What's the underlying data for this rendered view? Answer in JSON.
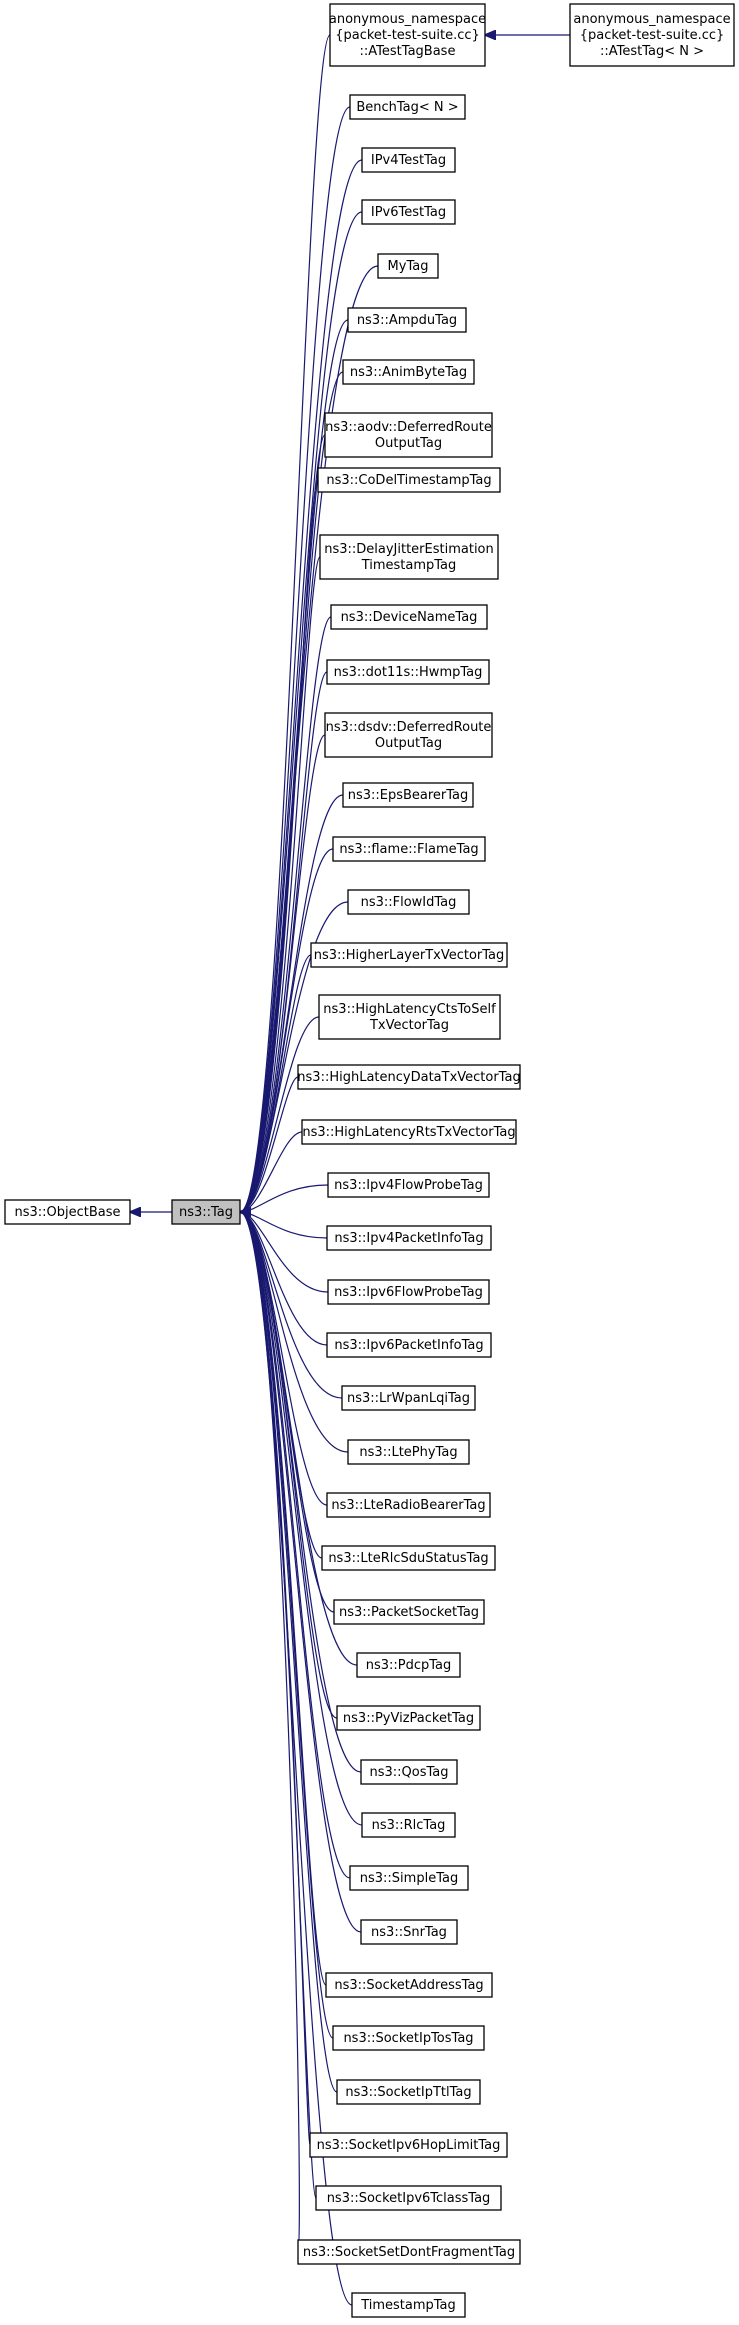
{
  "diagram": {
    "edge_color": "#191970",
    "highlight_fill": "#c0c0c0",
    "nodes": [
      {
        "id": "objectbase",
        "lines": [
          "ns3::ObjectBase"
        ]
      },
      {
        "id": "tag",
        "lines": [
          "ns3::Tag"
        ],
        "highlighted": true
      },
      {
        "id": "atesttagbase",
        "lines": [
          "anonymous_namespace",
          "{packet-test-suite.cc}",
          "::ATestTagBase"
        ]
      },
      {
        "id": "atesttag",
        "lines": [
          "anonymous_namespace",
          "{packet-test-suite.cc}",
          "::ATestTag< N >"
        ]
      },
      {
        "id": "benchtag",
        "lines": [
          "BenchTag< N >"
        ]
      },
      {
        "id": "ipv4testtag",
        "lines": [
          "IPv4TestTag"
        ]
      },
      {
        "id": "ipv6testtag",
        "lines": [
          "IPv6TestTag"
        ]
      },
      {
        "id": "mytag",
        "lines": [
          "MyTag"
        ]
      },
      {
        "id": "ampdutag",
        "lines": [
          "ns3::AmpduTag"
        ]
      },
      {
        "id": "animbytetag",
        "lines": [
          "ns3::AnimByteTag"
        ]
      },
      {
        "id": "aodvdeferred",
        "lines": [
          "ns3::aodv::DeferredRoute",
          "OutputTag"
        ]
      },
      {
        "id": "codeltimestamp",
        "lines": [
          "ns3::CoDelTimestampTag"
        ]
      },
      {
        "id": "delayjitter",
        "lines": [
          "ns3::DelayJitterEstimation",
          "TimestampTag"
        ]
      },
      {
        "id": "devicename",
        "lines": [
          "ns3::DeviceNameTag"
        ]
      },
      {
        "id": "hwmptag",
        "lines": [
          "ns3::dot11s::HwmpTag"
        ]
      },
      {
        "id": "dsdvdeferred",
        "lines": [
          "ns3::dsdv::DeferredRoute",
          "OutputTag"
        ]
      },
      {
        "id": "epsbearer",
        "lines": [
          "ns3::EpsBearerTag"
        ]
      },
      {
        "id": "flametag",
        "lines": [
          "ns3::flame::FlameTag"
        ]
      },
      {
        "id": "flowid",
        "lines": [
          "ns3::FlowIdTag"
        ]
      },
      {
        "id": "higherlayer",
        "lines": [
          "ns3::HigherLayerTxVectorTag"
        ]
      },
      {
        "id": "highlatctstoself",
        "lines": [
          "ns3::HighLatencyCtsToSelf",
          "TxVectorTag"
        ]
      },
      {
        "id": "highlatdata",
        "lines": [
          "ns3::HighLatencyDataTxVectorTag"
        ]
      },
      {
        "id": "highlatrts",
        "lines": [
          "ns3::HighLatencyRtsTxVectorTag"
        ]
      },
      {
        "id": "ipv4flowprobe",
        "lines": [
          "ns3::Ipv4FlowProbeTag"
        ]
      },
      {
        "id": "ipv4packetinfo",
        "lines": [
          "ns3::Ipv4PacketInfoTag"
        ]
      },
      {
        "id": "ipv6flowprobe",
        "lines": [
          "ns3::Ipv6FlowProbeTag"
        ]
      },
      {
        "id": "ipv6packetinfo",
        "lines": [
          "ns3::Ipv6PacketInfoTag"
        ]
      },
      {
        "id": "lrwpanlqi",
        "lines": [
          "ns3::LrWpanLqiTag"
        ]
      },
      {
        "id": "ltephy",
        "lines": [
          "ns3::LtePhyTag"
        ]
      },
      {
        "id": "lteradiobearer",
        "lines": [
          "ns3::LteRadioBearerTag"
        ]
      },
      {
        "id": "lterlcsdu",
        "lines": [
          "ns3::LteRlcSduStatusTag"
        ]
      },
      {
        "id": "packetsocket",
        "lines": [
          "ns3::PacketSocketTag"
        ]
      },
      {
        "id": "pdcptag",
        "lines": [
          "ns3::PdcpTag"
        ]
      },
      {
        "id": "pyvizpacket",
        "lines": [
          "ns3::PyVizPacketTag"
        ]
      },
      {
        "id": "qostag",
        "lines": [
          "ns3::QosTag"
        ]
      },
      {
        "id": "rlctag",
        "lines": [
          "ns3::RlcTag"
        ]
      },
      {
        "id": "simpletag",
        "lines": [
          "ns3::SimpleTag"
        ]
      },
      {
        "id": "snrtag",
        "lines": [
          "ns3::SnrTag"
        ]
      },
      {
        "id": "socketaddress",
        "lines": [
          "ns3::SocketAddressTag"
        ]
      },
      {
        "id": "socketiptos",
        "lines": [
          "ns3::SocketIpTosTag"
        ]
      },
      {
        "id": "socketipttl",
        "lines": [
          "ns3::SocketIpTtlTag"
        ]
      },
      {
        "id": "socketipv6hop",
        "lines": [
          "ns3::SocketIpv6HopLimitTag"
        ]
      },
      {
        "id": "socketipv6tclass",
        "lines": [
          "ns3::SocketIpv6TclassTag"
        ]
      },
      {
        "id": "socketsetdontfrag",
        "lines": [
          "ns3::SocketSetDontFragmentTag"
        ]
      },
      {
        "id": "timestamptag",
        "lines": [
          "TimestampTag"
        ]
      }
    ],
    "edges": [
      {
        "from": "tag",
        "to": "objectbase"
      },
      {
        "from": "atesttag",
        "to": "atesttagbase"
      },
      {
        "from": "atesttagbase",
        "to": "tag"
      },
      {
        "from": "benchtag",
        "to": "tag"
      },
      {
        "from": "ipv4testtag",
        "to": "tag"
      },
      {
        "from": "ipv6testtag",
        "to": "tag"
      },
      {
        "from": "mytag",
        "to": "tag"
      },
      {
        "from": "ampdutag",
        "to": "tag"
      },
      {
        "from": "animbytetag",
        "to": "tag"
      },
      {
        "from": "aodvdeferred",
        "to": "tag"
      },
      {
        "from": "codeltimestamp",
        "to": "tag"
      },
      {
        "from": "delayjitter",
        "to": "tag"
      },
      {
        "from": "devicename",
        "to": "tag"
      },
      {
        "from": "hwmptag",
        "to": "tag"
      },
      {
        "from": "dsdvdeferred",
        "to": "tag"
      },
      {
        "from": "epsbearer",
        "to": "tag"
      },
      {
        "from": "flametag",
        "to": "tag"
      },
      {
        "from": "flowid",
        "to": "tag"
      },
      {
        "from": "higherlayer",
        "to": "tag"
      },
      {
        "from": "highlatctstoself",
        "to": "tag"
      },
      {
        "from": "highlatdata",
        "to": "tag"
      },
      {
        "from": "highlatrts",
        "to": "tag"
      },
      {
        "from": "ipv4flowprobe",
        "to": "tag"
      },
      {
        "from": "ipv4packetinfo",
        "to": "tag"
      },
      {
        "from": "ipv6flowprobe",
        "to": "tag"
      },
      {
        "from": "ipv6packetinfo",
        "to": "tag"
      },
      {
        "from": "lrwpanlqi",
        "to": "tag"
      },
      {
        "from": "ltephy",
        "to": "tag"
      },
      {
        "from": "lteradiobearer",
        "to": "tag"
      },
      {
        "from": "lterlcsdu",
        "to": "tag"
      },
      {
        "from": "packetsocket",
        "to": "tag"
      },
      {
        "from": "pdcptag",
        "to": "tag"
      },
      {
        "from": "pyvizpacket",
        "to": "tag"
      },
      {
        "from": "qostag",
        "to": "tag"
      },
      {
        "from": "rlctag",
        "to": "tag"
      },
      {
        "from": "simpletag",
        "to": "tag"
      },
      {
        "from": "snrtag",
        "to": "tag"
      },
      {
        "from": "socketaddress",
        "to": "tag"
      },
      {
        "from": "socketiptos",
        "to": "tag"
      },
      {
        "from": "socketipttl",
        "to": "tag"
      },
      {
        "from": "socketipv6hop",
        "to": "tag"
      },
      {
        "from": "socketipv6tclass",
        "to": "tag"
      },
      {
        "from": "socketsetdontfrag",
        "to": "tag"
      },
      {
        "from": "timestamptag",
        "to": "tag"
      }
    ]
  }
}
